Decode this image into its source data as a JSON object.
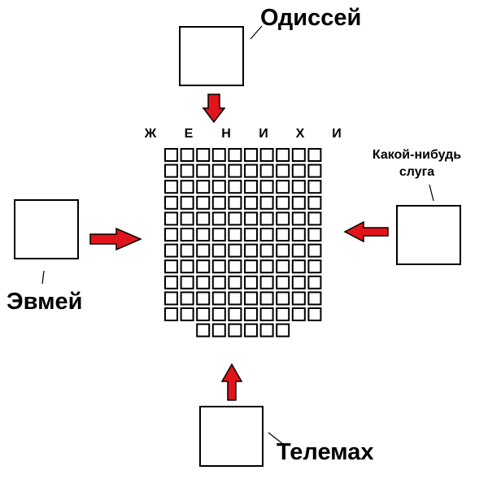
{
  "characters": {
    "odissey": "Одиссей",
    "evmey": "Эвмей",
    "telemakh": "Телемах",
    "sluga_line1": "Какой-нибудь",
    "sluga_line2": "слуга"
  },
  "suitors": {
    "label": "ЖЕНИХИ",
    "letters": [
      "Ж",
      "Е",
      "Н",
      "И",
      "Х",
      "И"
    ],
    "full_rows": 11,
    "columns": 10,
    "bottom_row_count": 6
  },
  "colors": {
    "arrow_fill": "#e0141a",
    "stroke": "#000000",
    "background": "#ffffff"
  }
}
